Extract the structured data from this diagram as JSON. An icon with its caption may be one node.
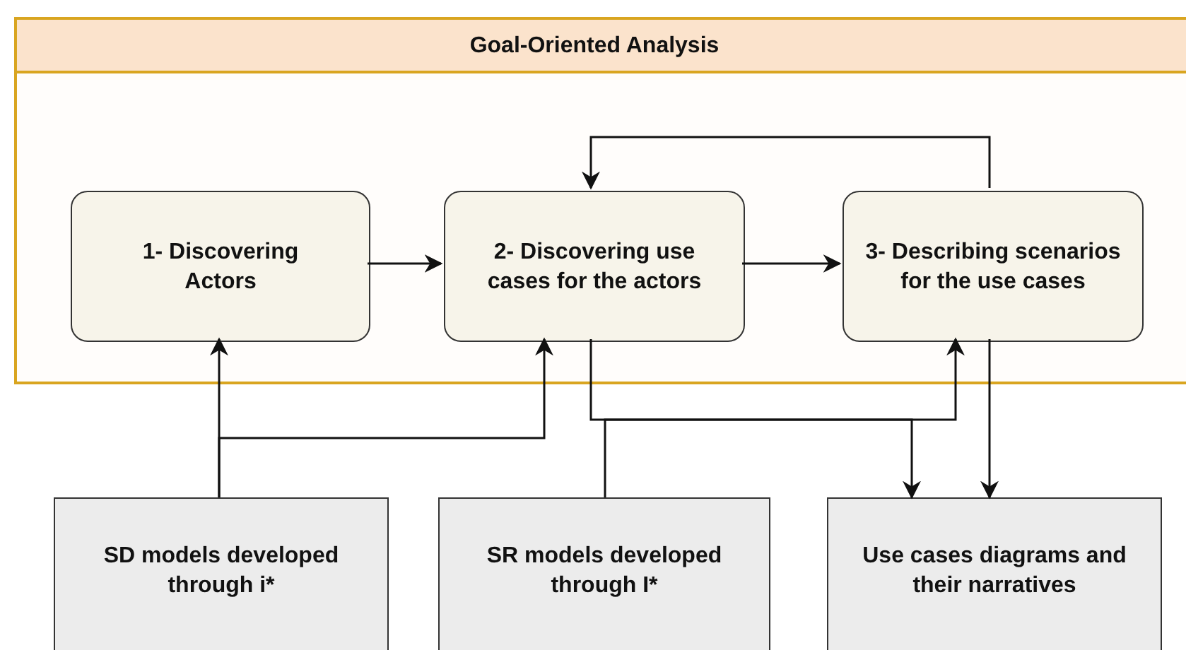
{
  "diagram": {
    "nodes": [
      {
        "text": [
          "Goal-Oriented Analysis"
        ]
      },
      {
        "text": [
          "1- Discovering Actors"
        ],
        "in": 0
      },
      {
        "text": [
          "2- Discovering use cases for the actors"
        ],
        "in": 0
      },
      {
        "text": [
          "3- Describing scenarios for the use cases"
        ],
        "in": 0
      },
      {
        "text": [
          "SD models developed through i*"
        ]
      },
      {
        "text": [
          "SR models developed through I*"
        ]
      },
      {
        "text": [
          "Use cases diagrams and their narratives"
        ]
      }
    ],
    "edges": [
      {
        "from": 1,
        "to": 2,
        "arrow": "to"
      },
      {
        "from": 2,
        "to": 3,
        "arrow": "to"
      },
      {
        "from": 3,
        "to": 2,
        "arrow": "to"
      },
      {
        "from": 4,
        "to": 1,
        "arrow": "to"
      },
      {
        "from": 4,
        "to": 2,
        "arrow": "to"
      },
      {
        "from": 5,
        "to": 3,
        "arrow": "to"
      },
      {
        "from": 2,
        "to": 6,
        "arrow": "to"
      },
      {
        "from": 3,
        "to": 6,
        "arrow": "to"
      }
    ]
  }
}
